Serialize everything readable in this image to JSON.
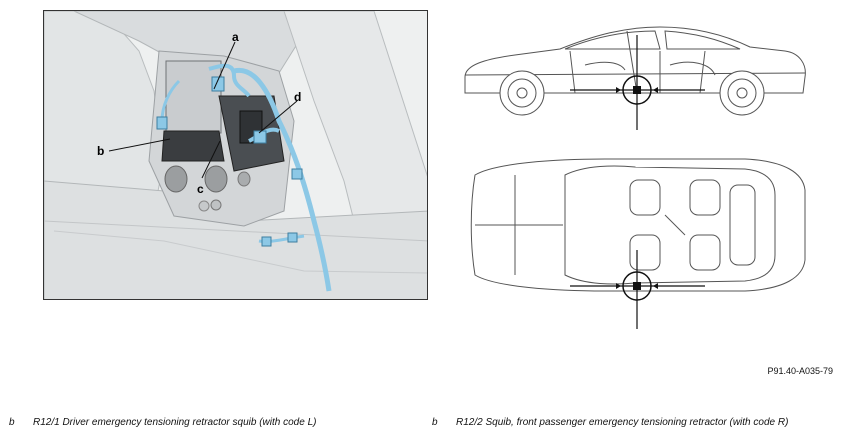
{
  "photo": {
    "callouts": {
      "a": "a",
      "b": "b",
      "c": "c",
      "d": "d"
    }
  },
  "reference_code": "P91.40-A035-79",
  "legend": [
    {
      "letter": "b",
      "text": "R12/1 Driver emergency tensioning retractor squib (with code L)"
    },
    {
      "letter": "b",
      "text": "R12/2 Squib, front passenger emergency tensioning retractor (with code R)"
    }
  ],
  "colors": {
    "cable_blue": "#8cc8e6",
    "panel_gray": "#dcdfe1",
    "dark_part": "#3a3d40",
    "line": "#111111"
  },
  "icons": [
    "target-marker-icon",
    "side-view-car",
    "top-view-car"
  ]
}
